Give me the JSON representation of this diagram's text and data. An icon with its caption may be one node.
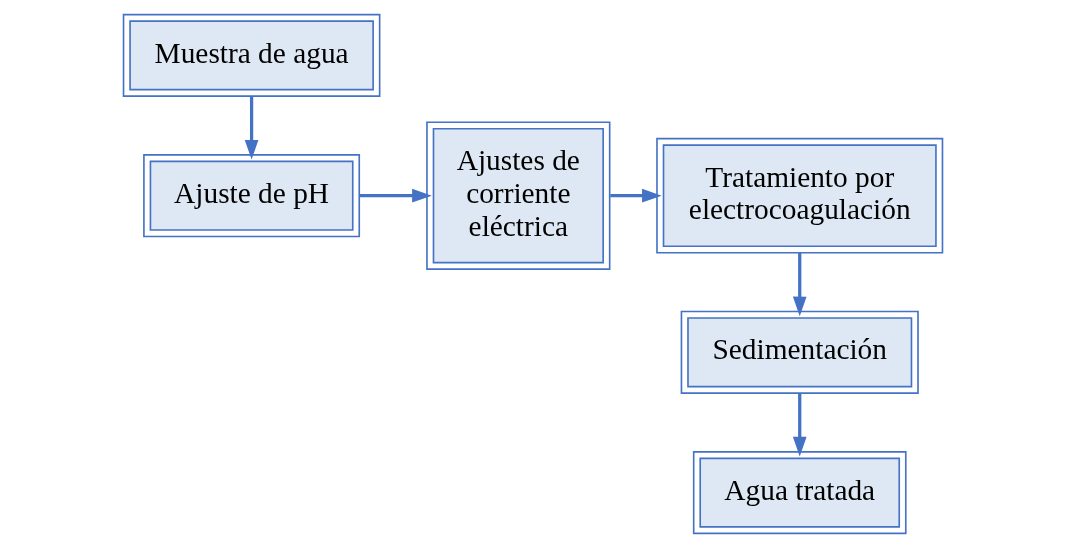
{
  "diagram": {
    "nodes": [
      {
        "text": [
          "Muestra de agua"
        ]
      },
      {
        "text": [
          "Ajuste de pH"
        ]
      },
      {
        "text": [
          "Ajustes de corriente eléctrica"
        ]
      },
      {
        "text": [
          "Tratamiento por electrocoagulación"
        ]
      },
      {
        "text": [
          "Sedimentación"
        ]
      },
      {
        "text": [
          "Agua tratada"
        ]
      }
    ],
    "edges": [
      {
        "from": 0,
        "to": 1,
        "arrow": "to"
      },
      {
        "from": 1,
        "to": 2,
        "arrow": "to"
      },
      {
        "from": 2,
        "to": 3,
        "arrow": "to"
      },
      {
        "from": 3,
        "to": 4,
        "arrow": "to"
      },
      {
        "from": 4,
        "to": 5,
        "arrow": "to"
      }
    ]
  }
}
